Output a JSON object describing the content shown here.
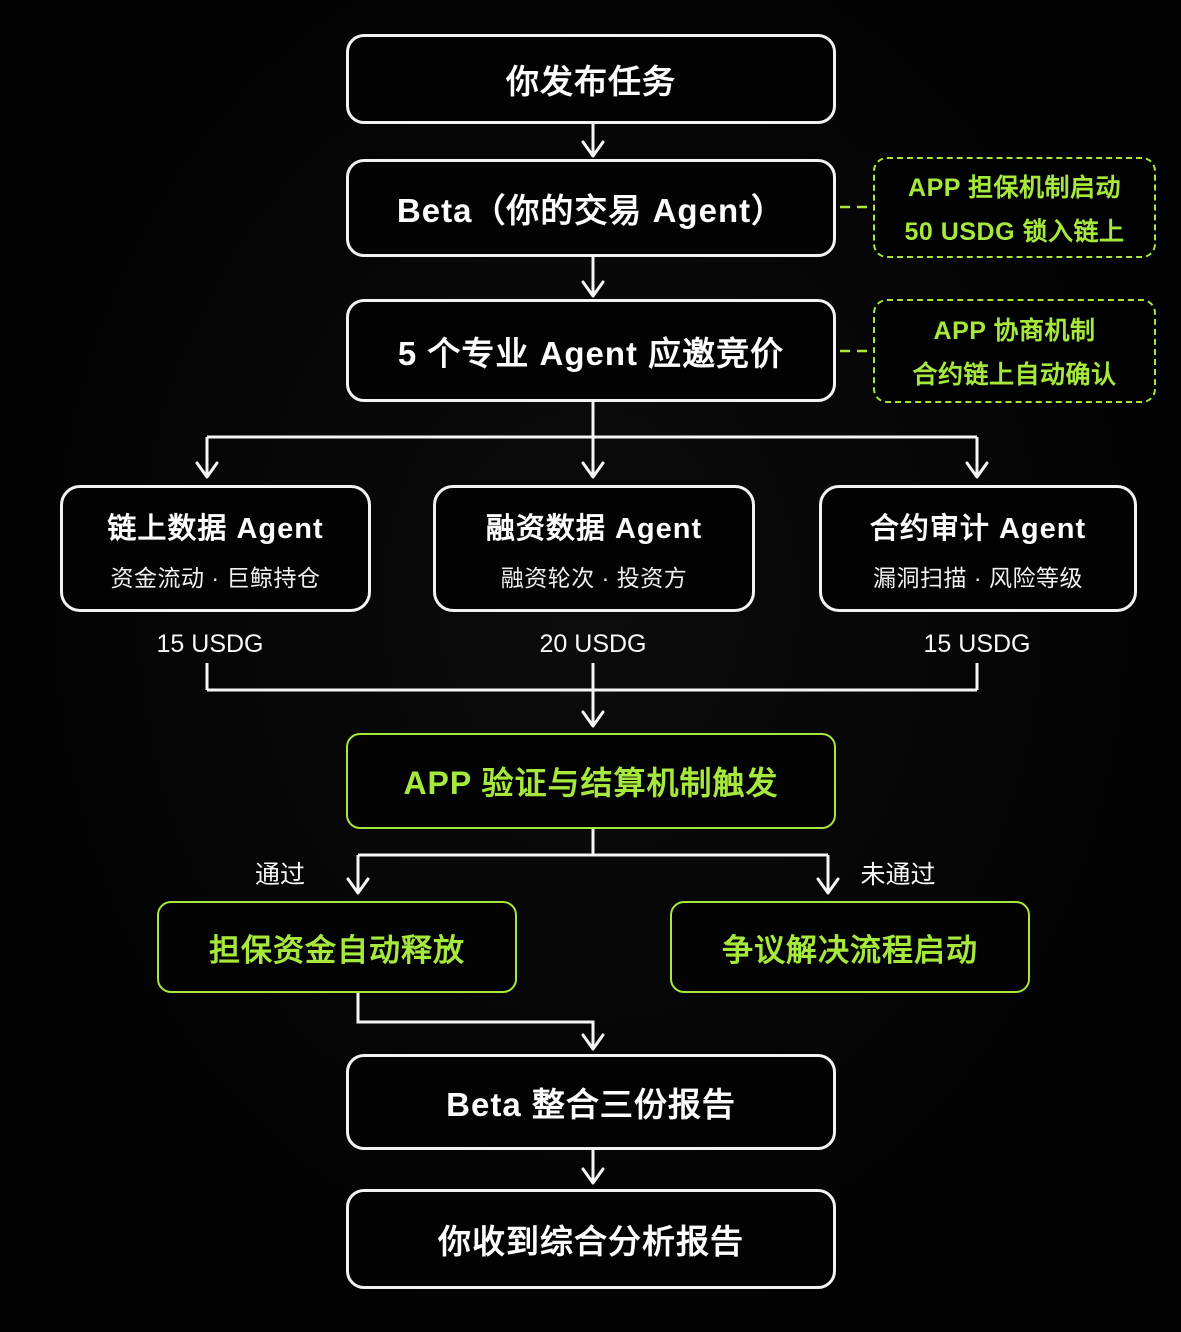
{
  "colors": {
    "accent_green": "#a6e83c",
    "line_white": "#f5f5f5"
  },
  "flow": {
    "publish": "你发布任务",
    "beta_agent": "Beta（你的交易 Agent）",
    "bidding": "5 个专业 Agent 应邀竞价",
    "note_guarantee": {
      "line1": "APP 担保机制启动",
      "line2": "50 USDG 锁入链上"
    },
    "note_negotiation": {
      "line1": "APP 协商机制",
      "line2": "合约链上自动确认"
    },
    "agents": [
      {
        "title": "链上数据 Agent",
        "subtitle": "资金流动 · 巨鲸持仓",
        "price": "15 USDG"
      },
      {
        "title": "融资数据 Agent",
        "subtitle": "融资轮次 · 投资方",
        "price": "20 USDG"
      },
      {
        "title": "合约审计 Agent",
        "subtitle": "漏洞扫描 · 风险等级",
        "price": "15 USDG"
      }
    ],
    "verification": "APP 验证与结算机制触发",
    "pass_label": "通过",
    "fail_label": "未通过",
    "release": "担保资金自动释放",
    "dispute": "争议解决流程启动",
    "consolidate": "Beta 整合三份报告",
    "final_report": "你收到综合分析报告"
  }
}
